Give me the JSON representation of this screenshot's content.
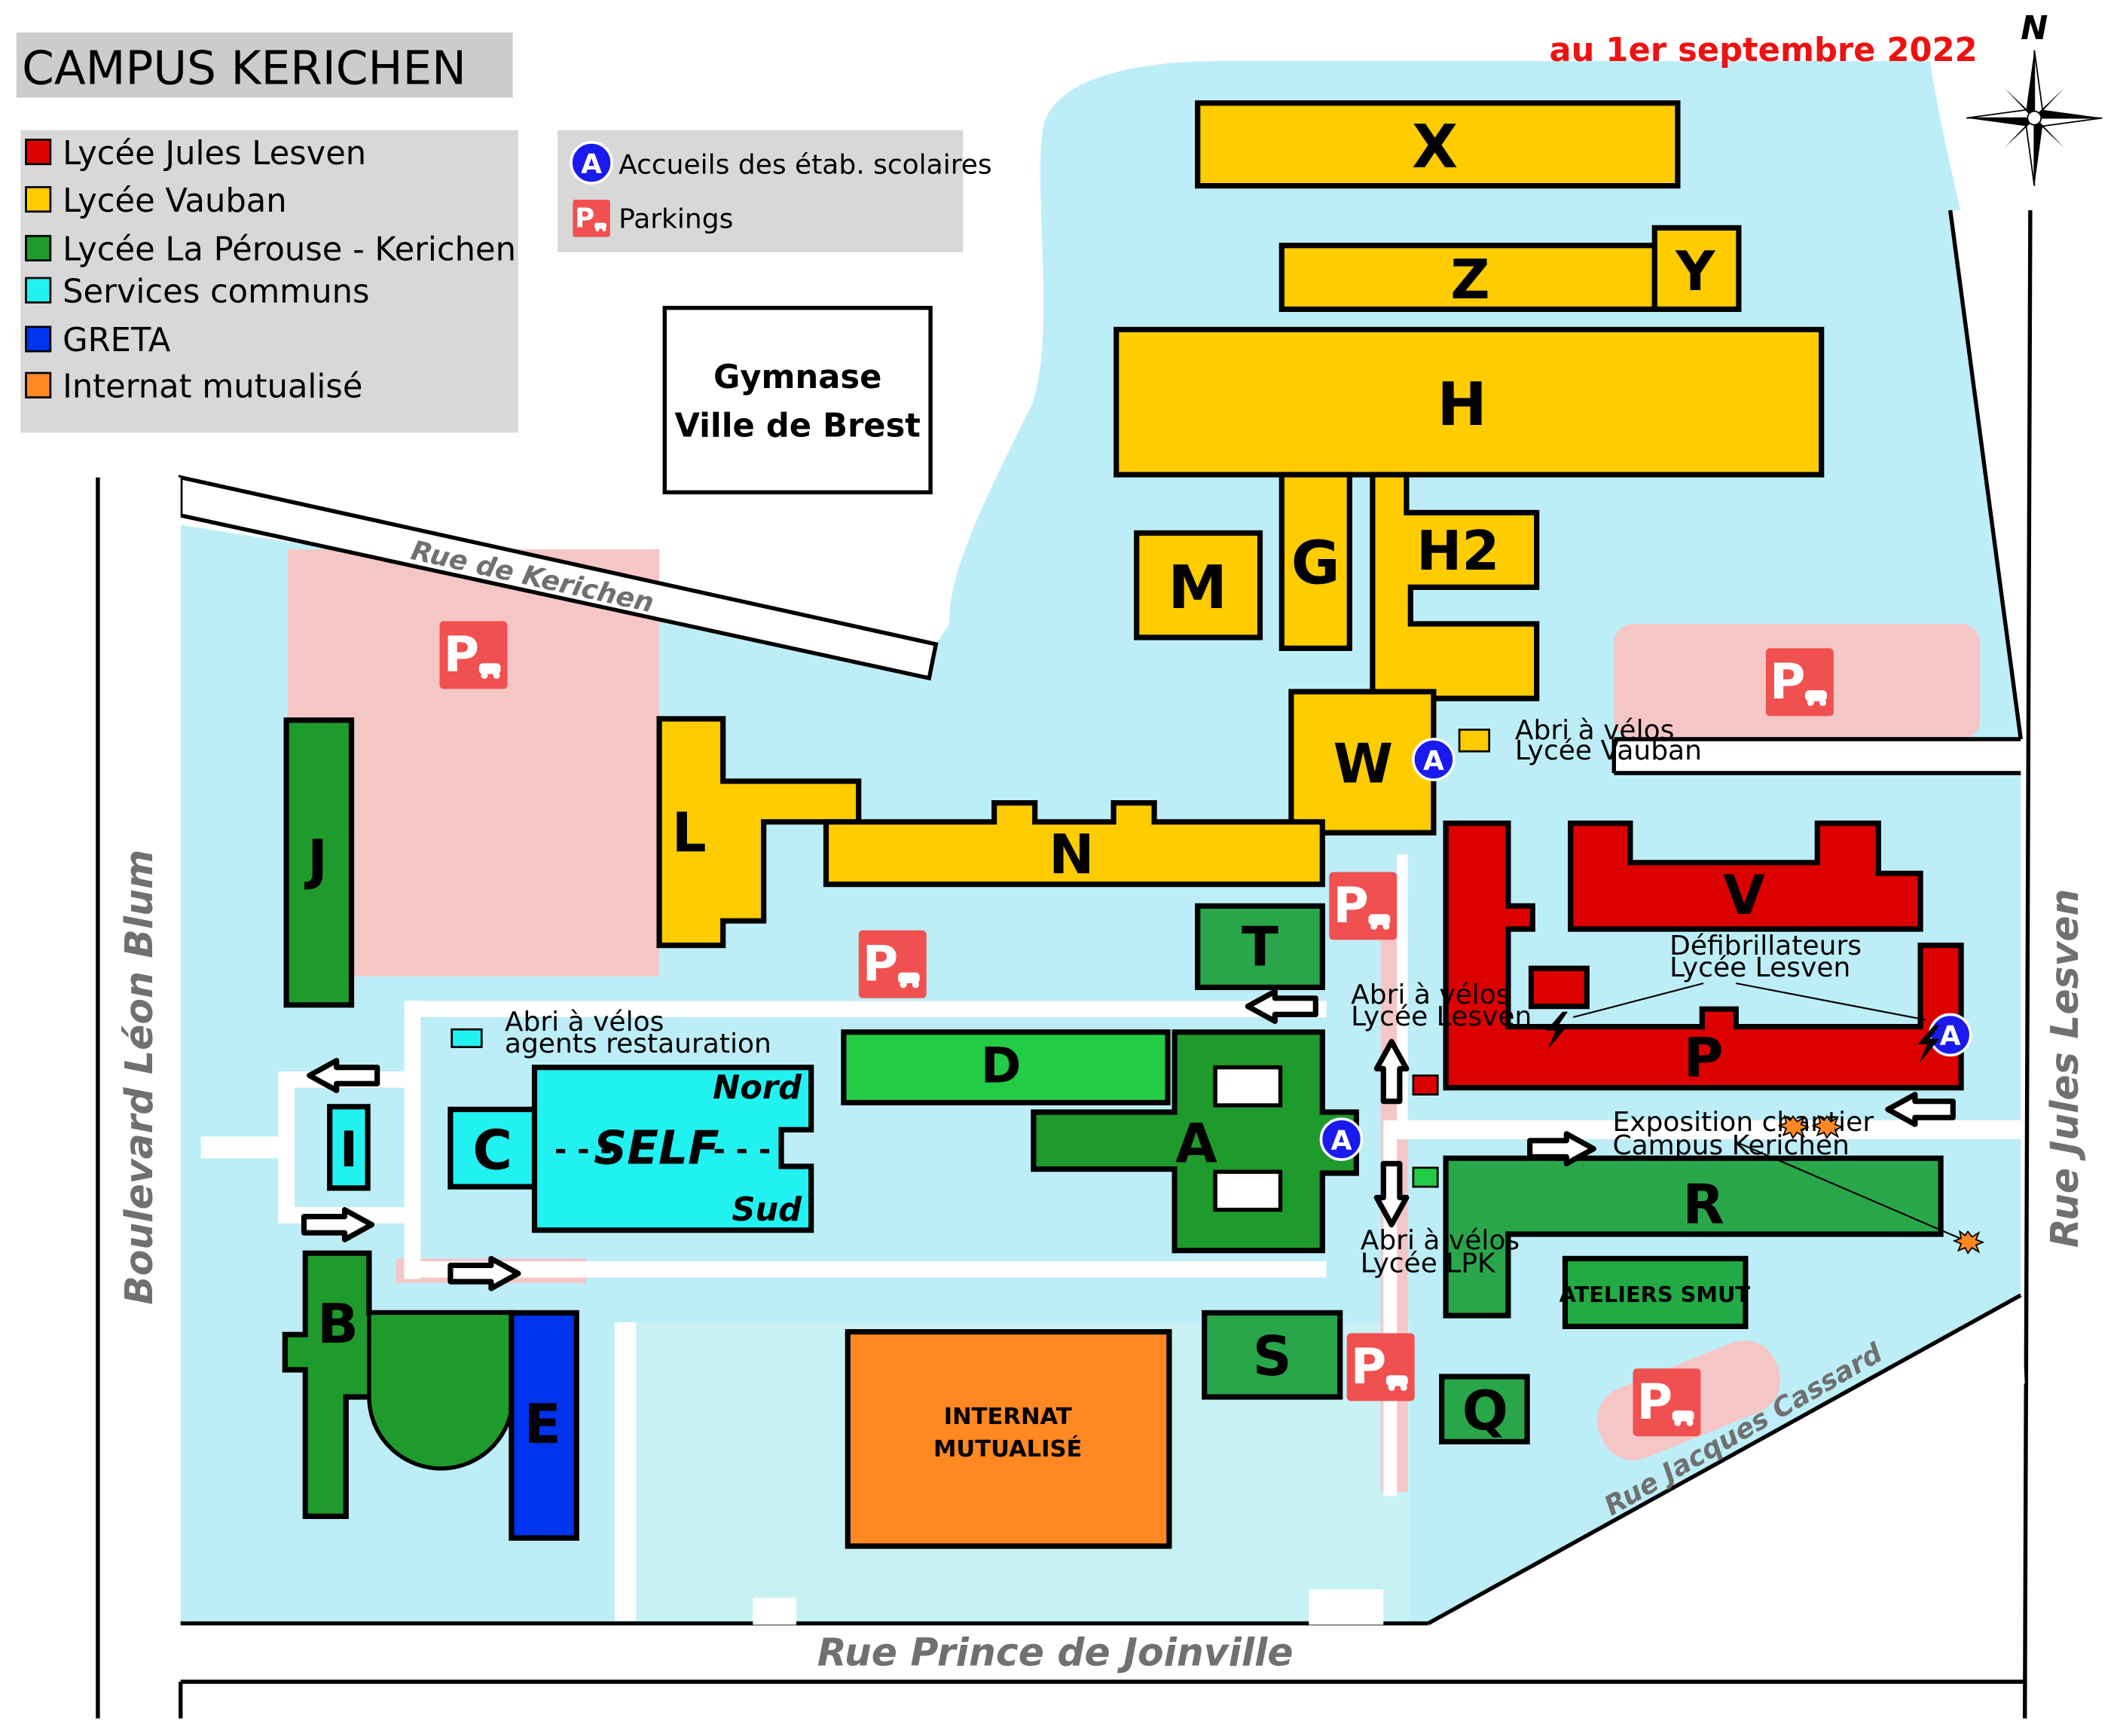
{
  "title": "CAMPUS KERICHEN",
  "date": "au 1er septembre 2022",
  "north": "N",
  "colors": {
    "jules_lesven": "#dd0000",
    "vauban": "#ffcc00",
    "la_perouse": "#1f9a2c",
    "la_perouse_light": "#22cc44",
    "services": "#22f1f1",
    "greta": "#0033ee",
    "internat": "#ff8822",
    "parking_zone": "#f5c6c6",
    "parking_sign": "#f05050",
    "ground": "#bdeef7",
    "accueil": "#1a1aee"
  },
  "legend": {
    "items": [
      {
        "label": "Lycée Jules Lesven",
        "color": "#dd0000"
      },
      {
        "label": "Lycée Vauban",
        "color": "#ffcc00"
      },
      {
        "label": "Lycée La Pérouse - Kerichen",
        "color": "#1f9a2c"
      },
      {
        "label": "Services communs",
        "color": "#22f1f1"
      },
      {
        "label": "GRETA",
        "color": "#0033ee"
      },
      {
        "label": "Internat mutualisé",
        "color": "#ff8822"
      }
    ],
    "accueil_symbol": "A",
    "accueil_label": "Accueils des étab. scolaires",
    "parking_label": "Parkings"
  },
  "gymnase": {
    "line1": "Gymnase",
    "line2": "Ville de Brest"
  },
  "roads": {
    "kerichen": "Rue de Kerichen",
    "leon_blum": "Boulevard Léon Blum",
    "jules_lesven": "Rue Jules Lesven",
    "prince": "Rue Prince de Joinville",
    "cassard": "Rue Jacques Cassard"
  },
  "buildings": {
    "X": "X",
    "Z": "Z",
    "Y": "Y",
    "H": "H",
    "M": "M",
    "G": "G",
    "H2": "H2",
    "W": "W",
    "L": "L",
    "N": "N",
    "J": "J",
    "T": "T",
    "V": "V",
    "P": "P",
    "D": "D",
    "A": "A",
    "I": "I",
    "C": "C",
    "R": "R",
    "B": "B",
    "E": "E",
    "S": "S",
    "Q": "Q"
  },
  "self": {
    "name": "SELF",
    "nord": "Nord",
    "sud": "Sud",
    "dashes": "- - -"
  },
  "ateliers": "ATELIERS SMUT",
  "internat": {
    "line1": "INTERNAT",
    "line2": "MUTUALISÉ"
  },
  "notes": {
    "abri_vauban": {
      "line1": "Abri à vélos",
      "line2": "Lycée Vauban"
    },
    "abri_lesven": {
      "line1": "Abri à vélos",
      "line2": "Lycée Lesven"
    },
    "abri_lpk": {
      "line1": "Abri à vélos",
      "line2": "Lycée LPK"
    },
    "abri_resto": {
      "line1": "Abri à vélos",
      "line2": "agents restauration"
    },
    "defib": {
      "line1": "Défibrillateurs",
      "line2": "Lycée Lesven"
    },
    "expo": {
      "line1": "Exposition chantier",
      "line2": "Campus Kerichen"
    }
  }
}
